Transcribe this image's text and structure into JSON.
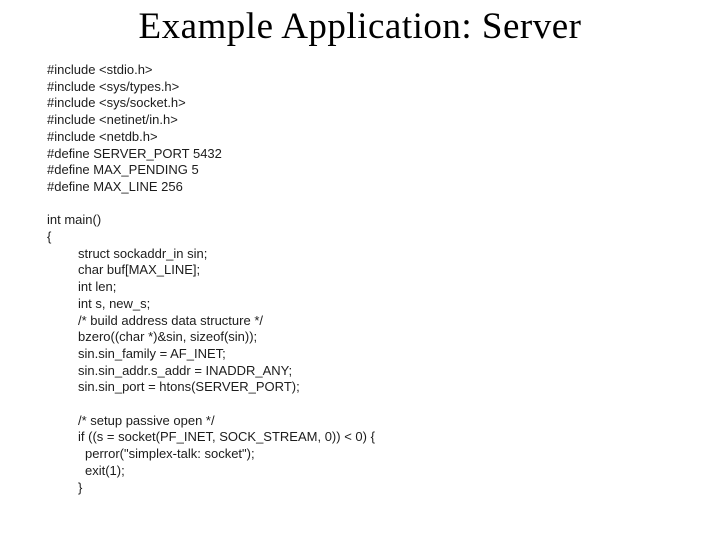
{
  "slide": {
    "title": "Example Application: Server",
    "background_color": "#ffffff",
    "title_color": "#000000",
    "code_color": "#1c1c1c"
  },
  "code": {
    "lines": [
      {
        "text": "#include <stdio.h>",
        "indent": 0
      },
      {
        "text": "#include <sys/types.h>",
        "indent": 0
      },
      {
        "text": "#include <sys/socket.h>",
        "indent": 0
      },
      {
        "text": "#include <netinet/in.h>",
        "indent": 0
      },
      {
        "text": "#include <netdb.h>",
        "indent": 0
      },
      {
        "text": "#define SERVER_PORT 5432",
        "indent": 0
      },
      {
        "text": "#define MAX_PENDING 5",
        "indent": 0
      },
      {
        "text": "#define MAX_LINE 256",
        "indent": 0
      },
      {
        "text": "",
        "indent": 0
      },
      {
        "text": "int main()",
        "indent": 0
      },
      {
        "text": "{",
        "indent": 0
      },
      {
        "text": "struct sockaddr_in sin;",
        "indent": 1
      },
      {
        "text": "char buf[MAX_LINE];",
        "indent": 1
      },
      {
        "text": "int len;",
        "indent": 1
      },
      {
        "text": "int s, new_s;",
        "indent": 1
      },
      {
        "text": "/* build address data structure */",
        "indent": 1
      },
      {
        "text": "bzero((char *)&sin, sizeof(sin));",
        "indent": 1
      },
      {
        "text": "sin.sin_family = AF_INET;",
        "indent": 1
      },
      {
        "text": "sin.sin_addr.s_addr = INADDR_ANY;",
        "indent": 1
      },
      {
        "text": "sin.sin_port = htons(SERVER_PORT);",
        "indent": 1
      },
      {
        "text": "",
        "indent": 0
      },
      {
        "text": "/* setup passive open */",
        "indent": 1
      },
      {
        "text": "if ((s = socket(PF_INET, SOCK_STREAM, 0)) < 0) {",
        "indent": 1
      },
      {
        "text": "perror(\"simplex-talk: socket\");",
        "indent": 2
      },
      {
        "text": "exit(1);",
        "indent": 2
      },
      {
        "text": "}",
        "indent": 1
      }
    ]
  }
}
